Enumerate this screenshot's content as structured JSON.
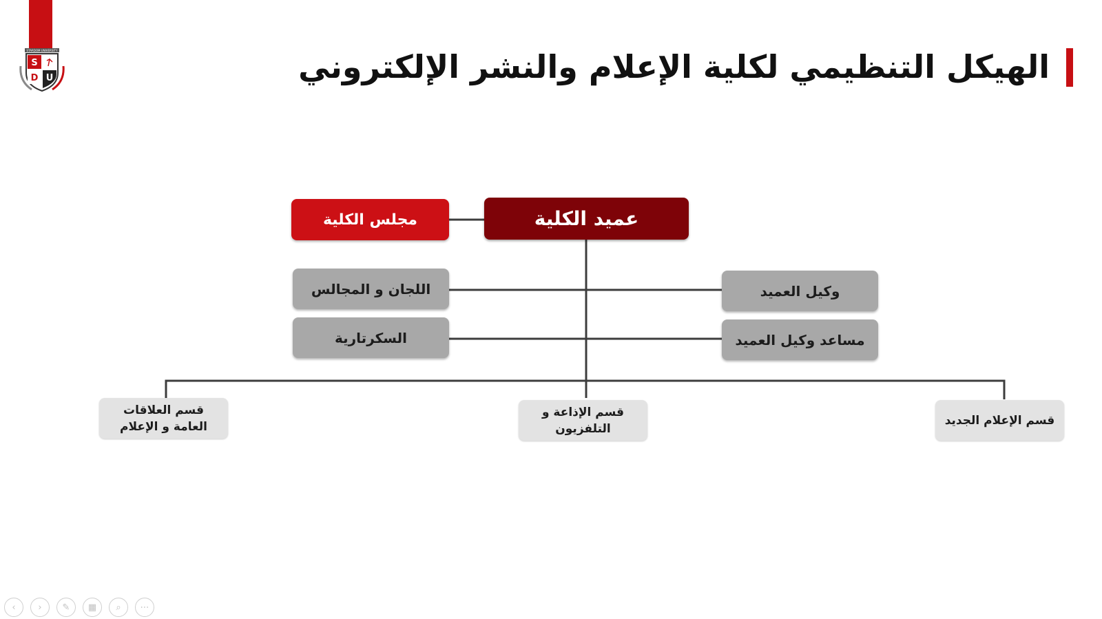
{
  "logo": {
    "university_text": "STARDOM UNIVERSITY",
    "letters": [
      "S",
      "D",
      "U"
    ]
  },
  "title": "الهيكل التنظيمي لكلية الإعلام والنشر الإلكتروني",
  "chart": {
    "dean": "عميد الكلية",
    "council": "مجلس الكلية",
    "committees": "اللجان و المجالس",
    "secretariat": "السكرتارية",
    "vice_dean": "وكيل العميد",
    "assistant_vice_dean": "مساعد وكيل العميد",
    "departments": {
      "public_relations": "قسم العلاقات العامة و الإعلام",
      "radio_tv": "قسم الإذاعة و التلفزيون",
      "new_media": "قسم الإعلام الجديد"
    }
  },
  "colors": {
    "accent": "#c70f13",
    "dean_fill": "#7e0308",
    "council_fill": "#cc1015",
    "mid_fill": "#a8a8a8",
    "dept_fill": "#e3e3e3"
  },
  "toolbar": [
    "prev-icon",
    "next-icon",
    "pen-icon",
    "slides-icon",
    "zoom-icon",
    "more-icon"
  ]
}
